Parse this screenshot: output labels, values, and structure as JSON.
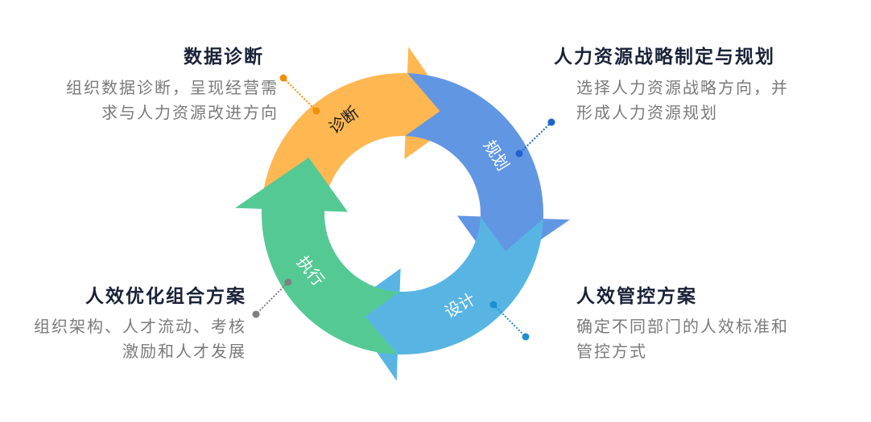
{
  "cycle": {
    "stages": [
      {
        "id": "diagnose",
        "label": "诊断",
        "color": "#FFB752"
      },
      {
        "id": "plan",
        "label": "规划",
        "color": "#6196E3"
      },
      {
        "id": "design",
        "label": "设计",
        "color": "#58B5E3"
      },
      {
        "id": "execute",
        "label": "执行",
        "color": "#55C994"
      }
    ]
  },
  "callouts": {
    "diagnose": {
      "title": "数据诊断",
      "desc_lines": [
        "组织数据诊断，呈现经营需",
        "求与人力资源改进方向"
      ],
      "dot_color": "#F0900A"
    },
    "plan": {
      "title": "人力资源战略制定与规划",
      "desc_lines": [
        "选择人力资源战略方向，并",
        "形成人力资源规划"
      ],
      "dot_color": "#1F63CF"
    },
    "design": {
      "title": "人效管控方案",
      "desc_lines": [
        "确定不同部门的人效标准和",
        "管控方式"
      ],
      "dot_color": "#1E8FD0"
    },
    "execute": {
      "title": "人效优化组合方案",
      "desc_lines": [
        "组织架构、人才流动、考核",
        "激励和人才发展"
      ],
      "dot_color": "#808080"
    }
  }
}
